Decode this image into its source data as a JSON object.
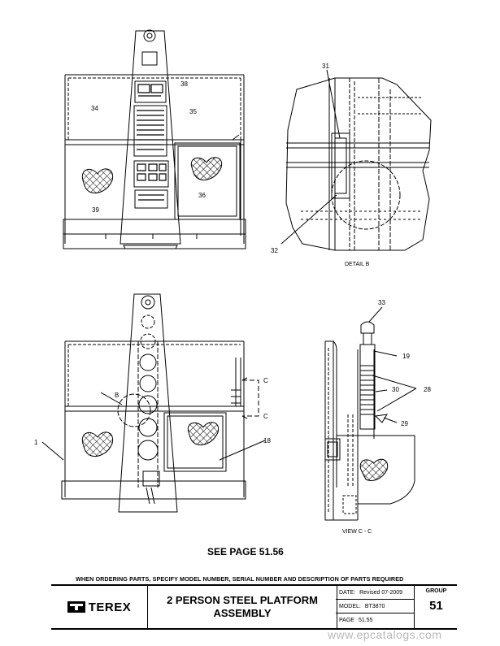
{
  "callouts": {
    "c31": "31",
    "c38": "38",
    "c34": "34",
    "c35": "35",
    "c36": "36",
    "c39": "39",
    "c32": "32",
    "c33": "33",
    "c19": "19",
    "c30": "30",
    "c28": "28",
    "c29": "29",
    "cB": "B",
    "cC_top": "C",
    "cC_bot": "C",
    "c1": "1",
    "c18": "18"
  },
  "labels": {
    "detail_b": "DETAIL B",
    "view_cc": "VIEW C - C",
    "see_page": "SEE PAGE 51.56"
  },
  "order_note": "WHEN ORDERING PARTS, SPECIFY MODEL NUMBER, SERIAL NUMBER AND DESCRIPTION OF PARTS REQUIRED",
  "titleblock": {
    "brand": "TEREX",
    "title_line1": "2 PERSON STEEL PLATFORM",
    "title_line2": "ASSEMBLY",
    "date_label": "DATE:",
    "date_value": "Revised 07-2009",
    "model_label": "MODEL:",
    "model_value": "BT3870",
    "page_label": "PAGE",
    "page_value": "51.55",
    "group_label": "GROUP",
    "group_value": "51"
  },
  "watermark": "www.epcatalogs.com"
}
